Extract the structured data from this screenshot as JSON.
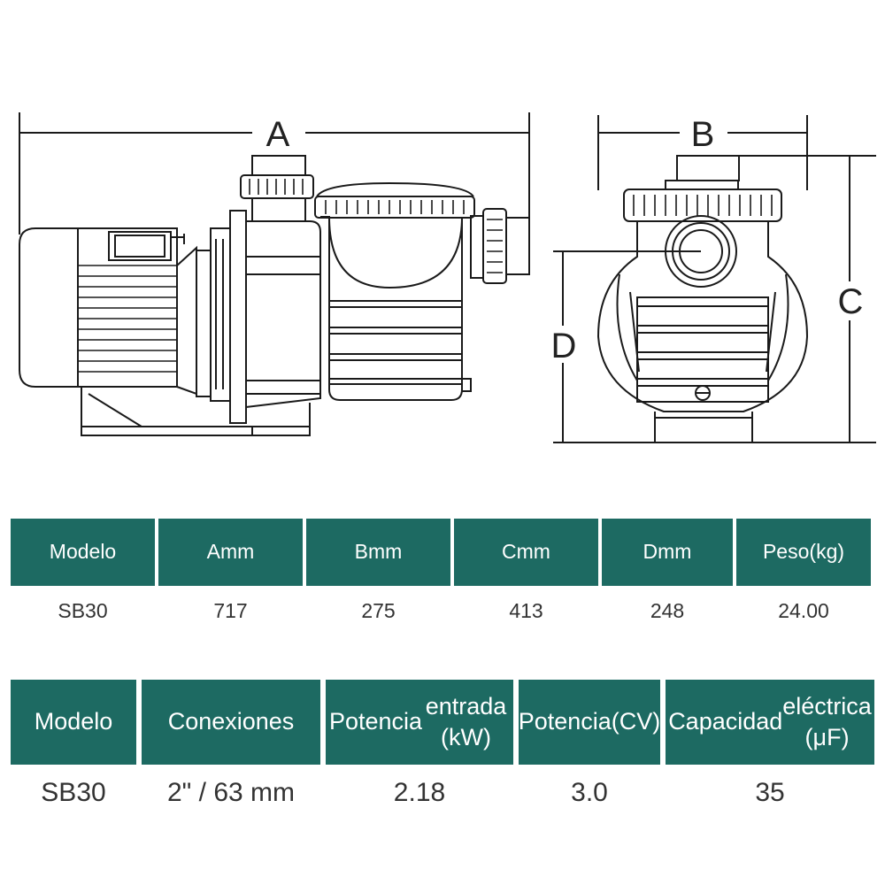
{
  "colors": {
    "table_header": "#1d6a62",
    "line": "#1a1a1a"
  },
  "dimension_labels": {
    "a": "A",
    "b": "B",
    "c": "C",
    "d": "D"
  },
  "specs_table": {
    "headers": [
      {
        "line1": "Modelo",
        "line2": ""
      },
      {
        "line1": "A",
        "line2": "mm"
      },
      {
        "line1": "B",
        "line2": "mm"
      },
      {
        "line1": "C",
        "line2": "mm"
      },
      {
        "line1": "D",
        "line2": "mm"
      },
      {
        "line1": "Peso",
        "line2": "(kg)"
      }
    ],
    "row": [
      "SB30",
      "717",
      "275",
      "413",
      "248",
      "24.00"
    ]
  },
  "electrical_table": {
    "headers": [
      {
        "line1": "Modelo",
        "line2": ""
      },
      {
        "line1": "Conexiones",
        "line2": ""
      },
      {
        "line1": "Potencia",
        "line2": "entrada (kW)"
      },
      {
        "line1": "Potencia",
        "line2": "(CV)"
      },
      {
        "line1": "Capacidad",
        "line2": "eléctrica (μF)"
      }
    ],
    "row": [
      "SB30",
      "2\" / 63 mm",
      "2.18",
      "3.0",
      "35"
    ]
  }
}
